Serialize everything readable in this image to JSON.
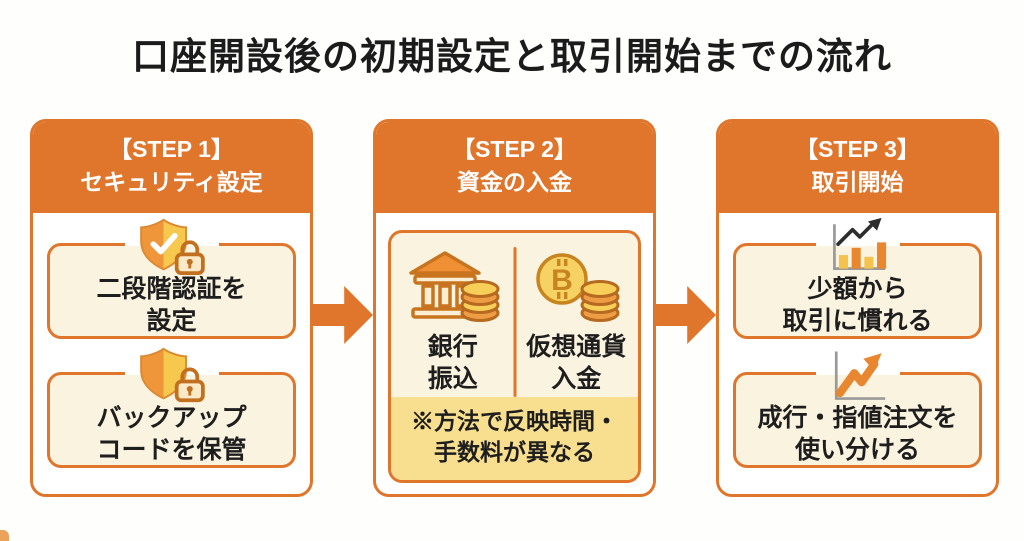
{
  "title": "口座開設後の初期設定と取引開始までの流れ",
  "colors": {
    "accent_orange": "#E0762C",
    "card_cream": "#FAF3DF",
    "note_yellow": "#F8DE8F",
    "header_text": "#FFFFFF",
    "body_text": "#1E1E1E",
    "shield_left": "#EE9639",
    "shield_right": "#F6C84E",
    "coin_yellow": "#F6CE58",
    "coin_orange": "#EF9D45"
  },
  "steps": {
    "step1": {
      "header_line1": "【STEP 1】",
      "header_line2": "セキュリティ設定",
      "card1_line1": "二段階認証を",
      "card1_line2": "設定",
      "card2_line1": "バックアップ",
      "card2_line2": "コードを保管"
    },
    "step2": {
      "header_line1": "【STEP 2】",
      "header_line2": "資金の入金",
      "option1_line1": "銀行",
      "option1_line2": "振込",
      "option2_line1": "仮想通貨",
      "option2_line2": "入金",
      "note_line1": "※方法で反映時間・",
      "note_line2": "手数料が異なる"
    },
    "step3": {
      "header_line1": "【STEP 3】",
      "header_line2": "取引開始",
      "card1_line1": "少額から",
      "card1_line2": "取引に慣れる",
      "card2_line1": "成行・指値注文を",
      "card2_line2": "使い分ける"
    }
  },
  "icons": {
    "step1_card1": "shield-check-lock-icon",
    "step1_card2": "shield-lock-icon",
    "step2_option1": "bank-coins-icon",
    "step2_option2": "bitcoin-coins-icon",
    "step3_card1": "bar-chart-growth-icon",
    "step3_card2": "line-chart-arrow-icon"
  }
}
